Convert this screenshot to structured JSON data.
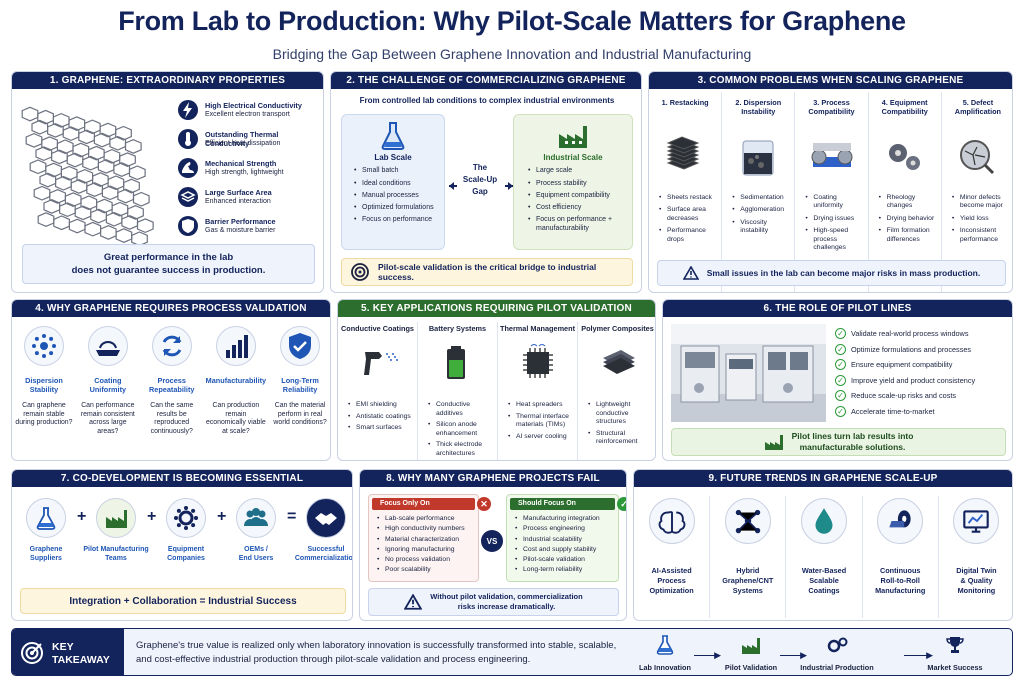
{
  "title": "From Lab to Production: Why Pilot-Scale Matters for Graphene",
  "subtitle": "Bridging the Gap Between Graphene Innovation and Industrial Manufacturing",
  "s1": {
    "header": "1. GRAPHENE: EXTRAORDINARY PROPERTIES",
    "props": [
      {
        "title": "High Electrical Conductivity",
        "desc": "Excellent electron transport",
        "icon": "lightning-icon"
      },
      {
        "title": "Outstanding Thermal Conductivity",
        "desc": "Efficient heat dissipation",
        "icon": "thermometer-icon"
      },
      {
        "title": "Mechanical Strength",
        "desc": "High strength, lightweight",
        "icon": "strength-icon"
      },
      {
        "title": "Large Surface Area",
        "desc": "Enhanced interaction",
        "icon": "surface-icon"
      },
      {
        "title": "Barrier Performance",
        "desc": "Gas & moisture barrier",
        "icon": "shield-icon"
      }
    ],
    "note_line1": "Great performance in the lab",
    "note_line2": "does not guarantee success in production."
  },
  "s2": {
    "header": "2. THE CHALLENGE OF COMMERCIALIZING GRAPHENE",
    "intro": "From controlled lab conditions to complex industrial environments",
    "lab_title": "Lab Scale",
    "lab_items": [
      "Small batch",
      "Ideal conditions",
      "Manual processes",
      "Optimized formulations",
      "Focus on performance"
    ],
    "gap_l1": "The",
    "gap_l2": "Scale-Up",
    "gap_l3": "Gap",
    "ind_title": "Industrial Scale",
    "ind_items": [
      "Large scale",
      "Process stability",
      "Equipment compatibility",
      "Cost efficiency",
      "Focus on performance + manufacturability"
    ],
    "note": "Pilot-scale validation is the critical bridge to industrial success."
  },
  "s3": {
    "header": "3. COMMON PROBLEMS WHEN SCALING GRAPHENE",
    "cols": [
      {
        "title": "1. Restacking",
        "items": [
          "Sheets restack",
          "Surface area decreases",
          "Performance drops"
        ]
      },
      {
        "title": "2. Dispersion Instability",
        "items": [
          "Sedimentation",
          "Agglomeration",
          "Viscosity instability"
        ]
      },
      {
        "title": "3. Process Compatibility",
        "items": [
          "Coating uniformity",
          "Drying issues",
          "High-speed process challenges"
        ]
      },
      {
        "title": "4. Equipment Compatibility",
        "items": [
          "Rheology changes",
          "Drying behavior",
          "Film formation differences"
        ]
      },
      {
        "title": "5. Defect Amplification",
        "items": [
          "Minor defects become major",
          "Yield loss",
          "Inconsistent performance"
        ]
      }
    ],
    "note": "Small issues in the lab can become major risks in mass production."
  },
  "s4": {
    "header": "4. WHY GRAPHENE REQUIRES PROCESS VALIDATION",
    "cols": [
      {
        "title": "Dispersion Stability",
        "q": "Can graphene remain stable during production?"
      },
      {
        "title": "Coating Uniformity",
        "q": "Can performance remain consistent across large areas?"
      },
      {
        "title": "Process Repeatability",
        "q": "Can the same results be reproduced continuously?"
      },
      {
        "title": "Manufacturability",
        "q": "Can production remain economically viable at scale?"
      },
      {
        "title": "Long-Term Reliability",
        "q": "Can the material perform in real world conditions?"
      }
    ]
  },
  "s5": {
    "header": "5. KEY APPLICATIONS REQUIRING PILOT VALIDATION",
    "cols": [
      {
        "title": "Conductive Coatings",
        "items": [
          "EMI shielding",
          "Antistatic coatings",
          "Smart surfaces"
        ]
      },
      {
        "title": "Battery Systems",
        "items": [
          "Conductive additives",
          "Silicon anode enhancement",
          "Thick electrode architectures"
        ]
      },
      {
        "title": "Thermal Management",
        "items": [
          "Heat spreaders",
          "Thermal interface materials (TIMs)",
          "AI server cooling"
        ]
      },
      {
        "title": "Polymer Composites",
        "items": [
          "Lightweight conductive structures",
          "Structural reinforcement"
        ]
      }
    ]
  },
  "s6": {
    "header": "6. THE ROLE OF PILOT LINES",
    "items": [
      "Validate real-world process windows",
      "Optimize formulations and processes",
      "Ensure equipment compatibility",
      "Improve yield and product consistency",
      "Reduce scale-up risks and costs",
      "Accelerate time-to-market"
    ],
    "note_line1": "Pilot lines turn lab results into",
    "note_line2": "manufacturable solutions."
  },
  "s7": {
    "header": "7. CO-DEVELOPMENT IS BECOMING ESSENTIAL",
    "items": [
      {
        "l1": "Graphene",
        "l2": "Suppliers"
      },
      {
        "l1": "Pilot Manufacturing",
        "l2": "Teams"
      },
      {
        "l1": "Equipment",
        "l2": "Companies"
      },
      {
        "l1": "OEMs /",
        "l2": "End Users"
      },
      {
        "l1": "Successful",
        "l2": "Commercialization"
      }
    ],
    "plus": "+",
    "equals": "=",
    "note": "Integration + Collaboration = Industrial Success"
  },
  "s8": {
    "header": "8. WHY MANY GRAPHENE PROJECTS FAIL",
    "left_title": "Focus Only On",
    "left_items": [
      "Lab-scale performance",
      "High conductivity numbers",
      "Material characterization",
      "Ignoring manufacturing",
      "No process validation",
      "Poor scalability"
    ],
    "vs": "VS",
    "right_title": "Should Focus On",
    "right_items": [
      "Manufacturing integration",
      "Process engineering",
      "Industrial scalability",
      "Cost and supply stability",
      "Pilot-scale validation",
      "Long-term reliability"
    ],
    "note_line1": "Without pilot validation, commercialization",
    "note_line2": "risks increase dramatically."
  },
  "s9": {
    "header": "9. FUTURE TRENDS IN GRAPHENE SCALE-UP",
    "items": [
      {
        "l1": "AI-Assisted",
        "l2": "Process",
        "l3": "Optimization"
      },
      {
        "l1": "Hybrid",
        "l2": "Graphene/CNT",
        "l3": "Systems"
      },
      {
        "l1": "Water-Based",
        "l2": "Scalable",
        "l3": "Coatings"
      },
      {
        "l1": "Continuous",
        "l2": "Roll-to-Roll",
        "l3": "Manufacturing"
      },
      {
        "l1": "Digital Twin",
        "l2": "& Quality",
        "l3": "Monitoring"
      }
    ]
  },
  "takeaway": {
    "label1": "KEY",
    "label2": "TAKEAWAY",
    "line1": "Graphene's true value is realized only when laboratory innovation is successfully transformed into stable, scalable,",
    "line2": "and cost-effective industrial production through pilot-scale validation and process engineering.",
    "flow": [
      "Lab Innovation",
      "Pilot Validation",
      "Industrial Production",
      "Market Success"
    ]
  },
  "colors": {
    "navy": "#13235b",
    "green": "#2c6e2d",
    "red": "#c0392b",
    "light_blue": "#eef3fc",
    "light_yellow": "#fdf5dd",
    "light_green": "#eaf4e3"
  }
}
